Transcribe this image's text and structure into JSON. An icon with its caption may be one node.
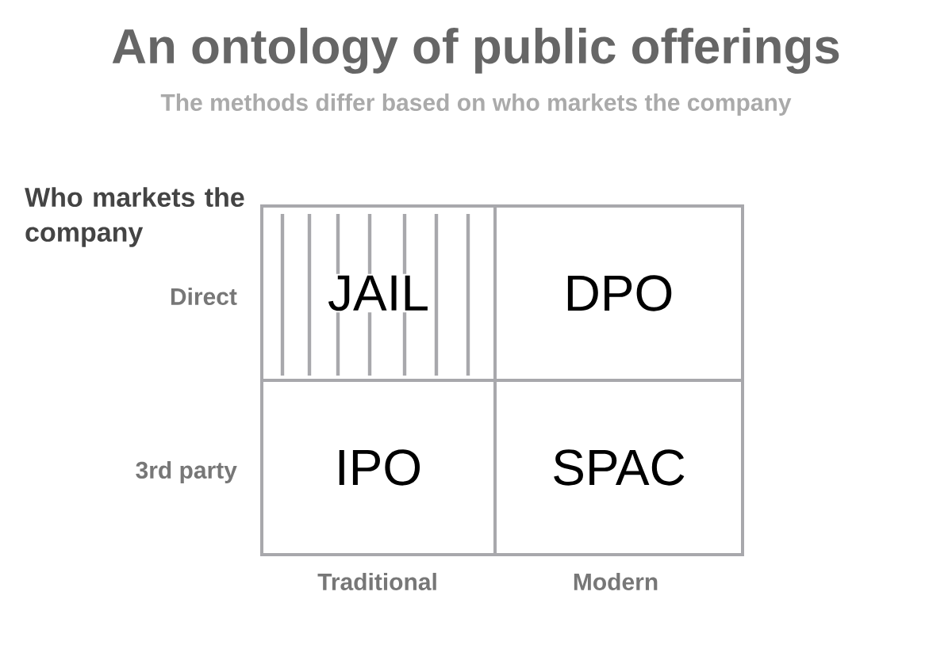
{
  "diagram": {
    "title": "An ontology of public offerings",
    "caption": "The methods differ based on who markets the company",
    "nodes": [
      {
        "text": [
          "JAIL"
        ]
      },
      {
        "text": [
          "DPO"
        ]
      },
      {
        "text": [
          "IPO"
        ]
      },
      {
        "text": [
          "SPAC"
        ]
      }
    ],
    "labels": [
      "Who markets the company",
      "Direct",
      "3rd party",
      "Traditional",
      "Modern"
    ]
  }
}
